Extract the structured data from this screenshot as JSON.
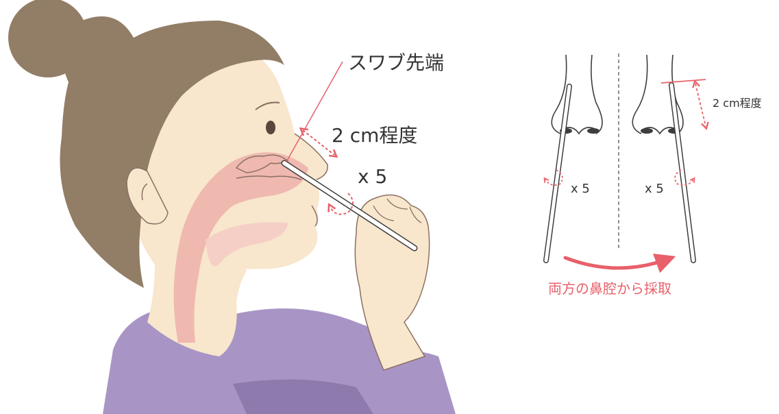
{
  "labels": {
    "swab_tip": "スワブ先端",
    "depth_main": "2 cm程度",
    "rotations_main": "x 5",
    "depth_side": "2 cm程度",
    "rotations_left": "x 5",
    "rotations_right": "x 5",
    "both_nostrils": "両方の鼻腔から採取"
  },
  "colors": {
    "skin": "#f8e6cd",
    "skin_line": "#8a6f63",
    "hair": "#927d66",
    "sweater": "#a895c5",
    "sweater_shadow": "#8f7aad",
    "airway": "#efb9b0",
    "nasal_cavity": "#f3c3c0",
    "accent": "#e8606a",
    "outline": "#3d3d3d"
  },
  "icons": [
    "swab",
    "rotation-arrow",
    "nose-outline",
    "depth-arrow",
    "curved-arrow"
  ]
}
